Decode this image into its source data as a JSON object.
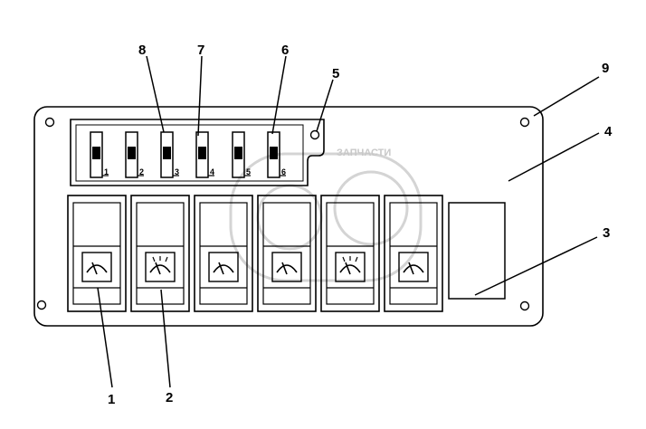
{
  "diagram": {
    "callouts": [
      "1",
      "2",
      "3",
      "4",
      "5",
      "6",
      "7",
      "8",
      "9"
    ],
    "fuse_numbers": [
      "1",
      "2",
      "3",
      "4",
      "5",
      "6"
    ],
    "switch_icons": [
      "wiper-icon",
      "wiper-washer-icon",
      "wiper-icon",
      "wiper-icon",
      "wiper-washer-icon",
      "wiper-icon"
    ],
    "watermark": "ЗАПЧАСТИ"
  },
  "colors": {
    "line": "#000000",
    "watermark": "#c8c8c8"
  }
}
